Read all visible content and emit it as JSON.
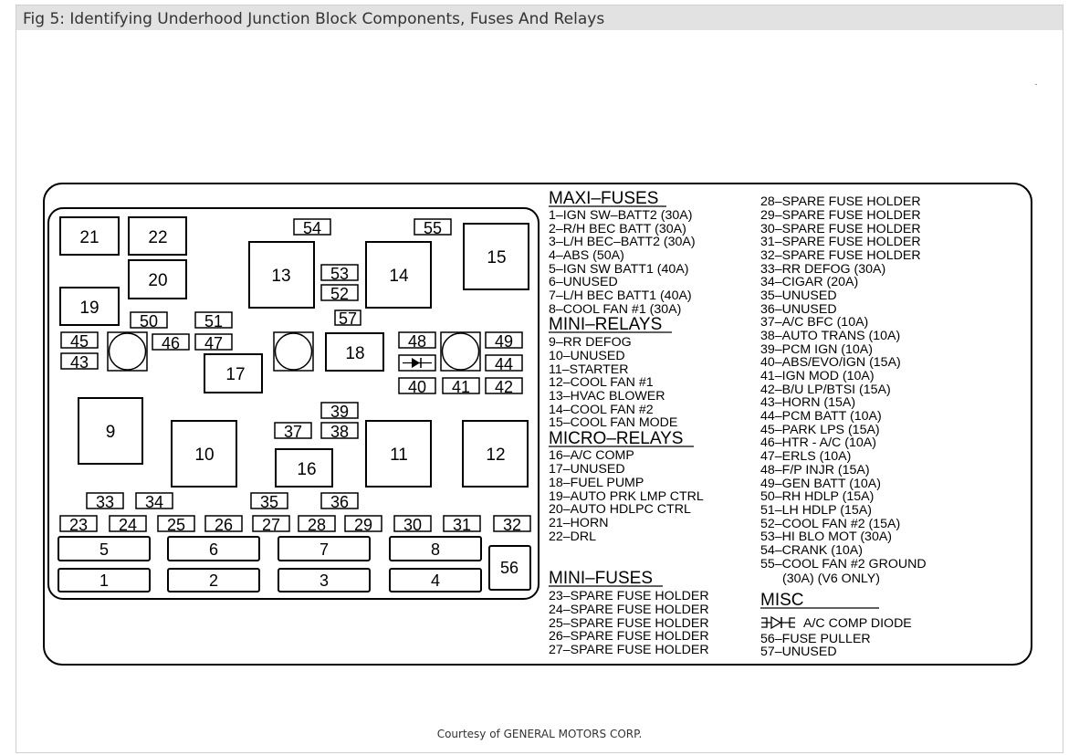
{
  "title": "Fig 5: Identifying Underhood Junction Block Components, Fuses And Relays",
  "courtesy": "Courtesy of GENERAL MOTORS CORP.",
  "diagram_labels": {
    "b1": "1",
    "b2": "2",
    "b3": "3",
    "b4": "4",
    "b5": "5",
    "b6": "6",
    "b7": "7",
    "b8": "8",
    "b9": "9",
    "b10": "10",
    "b11": "11",
    "b12": "12",
    "b13": "13",
    "b14": "14",
    "b15": "15",
    "b16": "16",
    "b17": "17",
    "b18": "18",
    "b19": "19",
    "b20": "20",
    "b21": "21",
    "b22": "22",
    "b23": "23",
    "b24": "24",
    "b25": "25",
    "b26": "26",
    "b27": "27",
    "b28": "28",
    "b29": "29",
    "b30": "30",
    "b31": "31",
    "b32": "32",
    "b33": "33",
    "b34": "34",
    "b35": "35",
    "b36": "36",
    "b37": "37",
    "b38": "38",
    "b39": "39",
    "b40": "40",
    "b41": "41",
    "b42": "42",
    "b43": "43",
    "b44": "44",
    "b45": "45",
    "b46": "46",
    "b47": "47",
    "b48": "48",
    "b49": "49",
    "b50": "50",
    "b51": "51",
    "b52": "52",
    "b53": "53",
    "b54": "54",
    "b55": "55",
    "b56": "56",
    "b57": "57"
  },
  "legend": {
    "maxi_fuses": {
      "heading": "MAXI–FUSES",
      "items": [
        "1–IGN SW–BATT2 (30A)",
        "2–R/H BEC BATT (30A)",
        "3–L/H BEC–BATT2 (30A)",
        "4–ABS (50A)",
        "5–IGN SW BATT1 (40A)",
        "6–UNUSED",
        "7–L/H BEC BATT1 (40A)",
        "8–COOL FAN #1 (30A)"
      ]
    },
    "mini_relays": {
      "heading": "MINI–RELAYS",
      "items": [
        "9–RR DEFOG",
        "10–UNUSED",
        "11–STARTER",
        "12–COOL FAN #1",
        "13–HVAC BLOWER",
        "14–COOL FAN #2",
        "15–COOL FAN MODE"
      ]
    },
    "micro_relays": {
      "heading": "MICRO–RELAYS",
      "items": [
        "16–A/C COMP",
        "17–UNUSED",
        "18–FUEL PUMP",
        "19–AUTO PRK LMP CTRL",
        "20–AUTO HDLPC CTRL",
        "21–HORN",
        "22–DRL"
      ]
    },
    "mini_fuses": {
      "heading": "MINI–FUSES",
      "items": [
        "23–SPARE FUSE HOLDER",
        "24–SPARE FUSE HOLDER",
        "25–SPARE FUSE HOLDER",
        "26–SPARE FUSE HOLDER",
        "27–SPARE FUSE HOLDER"
      ]
    },
    "mini_fuses_cont": {
      "items": [
        "28–SPARE FUSE HOLDER",
        "29–SPARE FUSE HOLDER",
        "30–SPARE FUSE HOLDER",
        "31–SPARE FUSE HOLDER",
        "32–SPARE FUSE HOLDER",
        "33–RR DEFOG (30A)",
        "34–CIGAR (20A)",
        "35–UNUSED",
        "36–UNUSED",
        "37–A/C BFC (10A)",
        "38–AUTO TRANS (10A)",
        "39–PCM IGN (10A)",
        "40–ABS/EVO/IGN (15A)",
        "41–IGN MOD (10A)",
        "42–B/U LP/BTSI (15A)",
        "43–HORN (15A)",
        "44–PCM BATT (10A)",
        "45–PARK LPS (15A)",
        "46–HTR - A/C (10A)",
        "47–ERLS (10A)",
        "48–F/P INJR (15A)",
        "49–GEN BATT (10A)",
        "50–RH HDLP (15A)",
        "51–LH HDLP (15A)",
        "52–COOL FAN #2 (15A)",
        "53–HI BLO MOT (30A)",
        "54–CRANK (10A)",
        "55–COOL FAN #2 GROUND",
        "(30A) (V6 ONLY)"
      ]
    },
    "misc": {
      "heading": "MISC",
      "items": [
        "A/C COMP DIODE",
        "56–FUSE PULLER",
        "57–UNUSED"
      ]
    }
  }
}
